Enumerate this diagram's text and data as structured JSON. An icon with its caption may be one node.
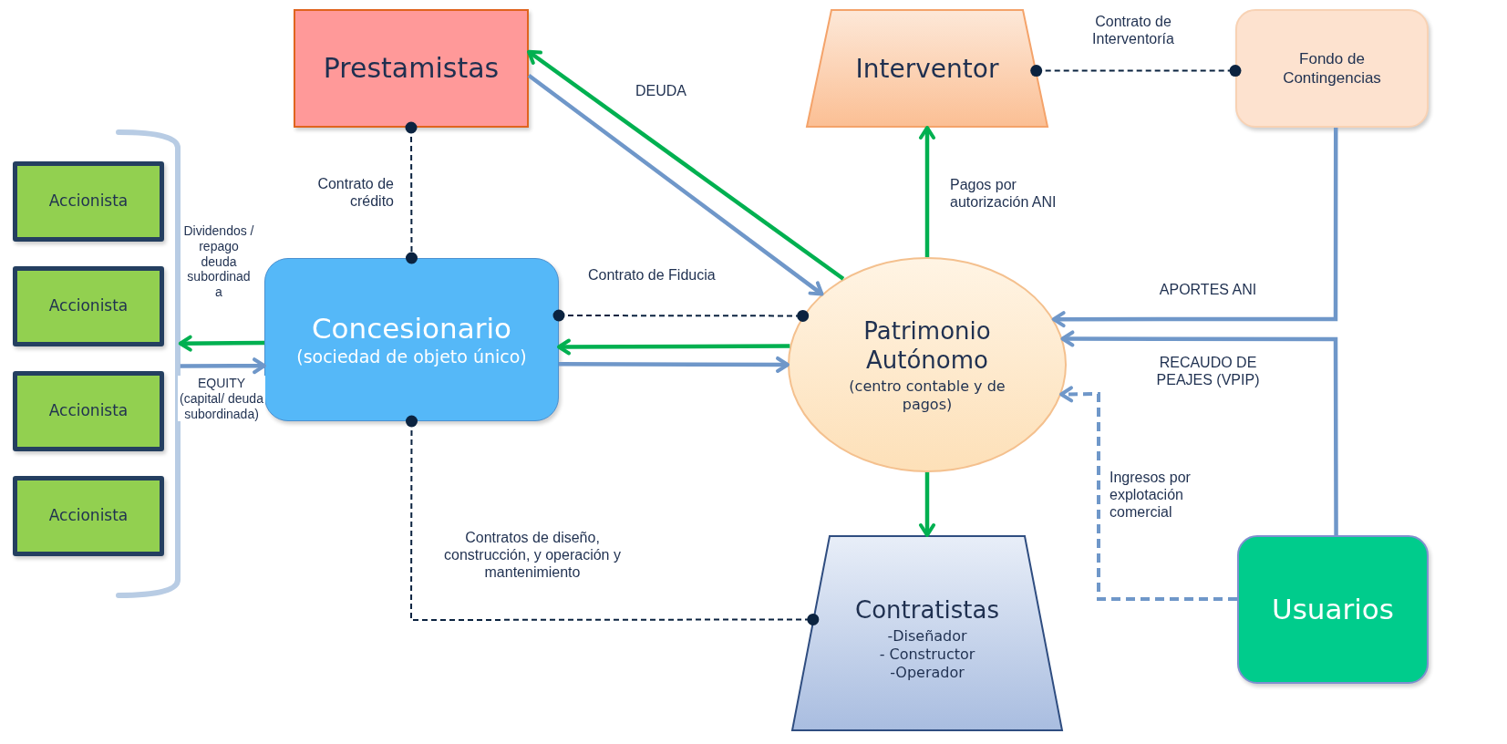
{
  "diagram": {
    "nodes": [
      {
        "text": [
          "Prestamistas"
        ]
      },
      {
        "text": [
          "Interventor"
        ]
      },
      {
        "text": [
          "Fondo de Contingencias"
        ]
      },
      {
        "text": [
          "Accionista"
        ]
      },
      {
        "text": [
          "Accionista"
        ]
      },
      {
        "text": [
          "Accionista"
        ]
      },
      {
        "text": [
          "Accionista"
        ]
      },
      {
        "text": [],
        "shape": "bracket"
      },
      {
        "text": [
          "Concesionario",
          "(sociedad de objeto único)"
        ]
      },
      {
        "text": [
          "Patrimonio Autónomo",
          "(centro contable y de pagos)"
        ]
      },
      {
        "text": [
          "Contratistas",
          "-Diseñador",
          "- Constructor",
          "-Operador"
        ]
      },
      {
        "text": [
          "Usuarios"
        ]
      }
    ],
    "edges": [
      {
        "from": 9,
        "to": 0,
        "arrow": "to",
        "label": "DEUDA",
        "color": "#00b050"
      },
      {
        "from": 0,
        "to": 9,
        "arrow": "to",
        "color": "#6f97c9"
      },
      {
        "from": 0,
        "to": 8,
        "arrow": "other",
        "label": "Contrato de crédito",
        "style": "dashed",
        "color": "#0b2340"
      },
      {
        "from": 8,
        "to": 9,
        "arrow": "other",
        "label": "Contrato de Fiducia",
        "style": "dashed",
        "color": "#0b2340"
      },
      {
        "from": 9,
        "to": 8,
        "arrow": "to",
        "color": "#00b050"
      },
      {
        "from": 8,
        "to": 9,
        "arrow": "to",
        "color": "#6f97c9"
      },
      {
        "from": 8,
        "to": 7,
        "arrow": "to",
        "label": "Dividendos / repago deuda subordinad a",
        "color": "#00b050"
      },
      {
        "from": 7,
        "to": 8,
        "arrow": "to",
        "label": "EQUITY (capital/ deuda subordinada)",
        "color": "#6f97c9"
      },
      {
        "from": 9,
        "to": 1,
        "arrow": "to",
        "label": "Pagos por autorización ANI",
        "color": "#00b050"
      },
      {
        "from": 1,
        "to": 2,
        "arrow": "other",
        "label": "Contrato de Interventoría",
        "style": "dashed",
        "color": "#0b2340"
      },
      {
        "from": 2,
        "to": 9,
        "arrow": "to",
        "label": "APORTES ANI",
        "color": "#6f97c9"
      },
      {
        "from": 11,
        "to": 9,
        "arrow": "to",
        "label": "RECAUDO DE PEAJES (VPIP)",
        "color": "#6f97c9"
      },
      {
        "from": 11,
        "to": 9,
        "arrow": "to",
        "label": "Ingresos por explotación comercial",
        "style": "dashed",
        "color": "#6f97c9"
      },
      {
        "from": 9,
        "to": 10,
        "arrow": "to",
        "color": "#00b050"
      },
      {
        "from": 8,
        "to": 10,
        "arrow": "other",
        "label": "Contratos de diseño, construcción, y operación y mantenimiento",
        "style": "dashed",
        "color": "#0b2340"
      }
    ]
  }
}
